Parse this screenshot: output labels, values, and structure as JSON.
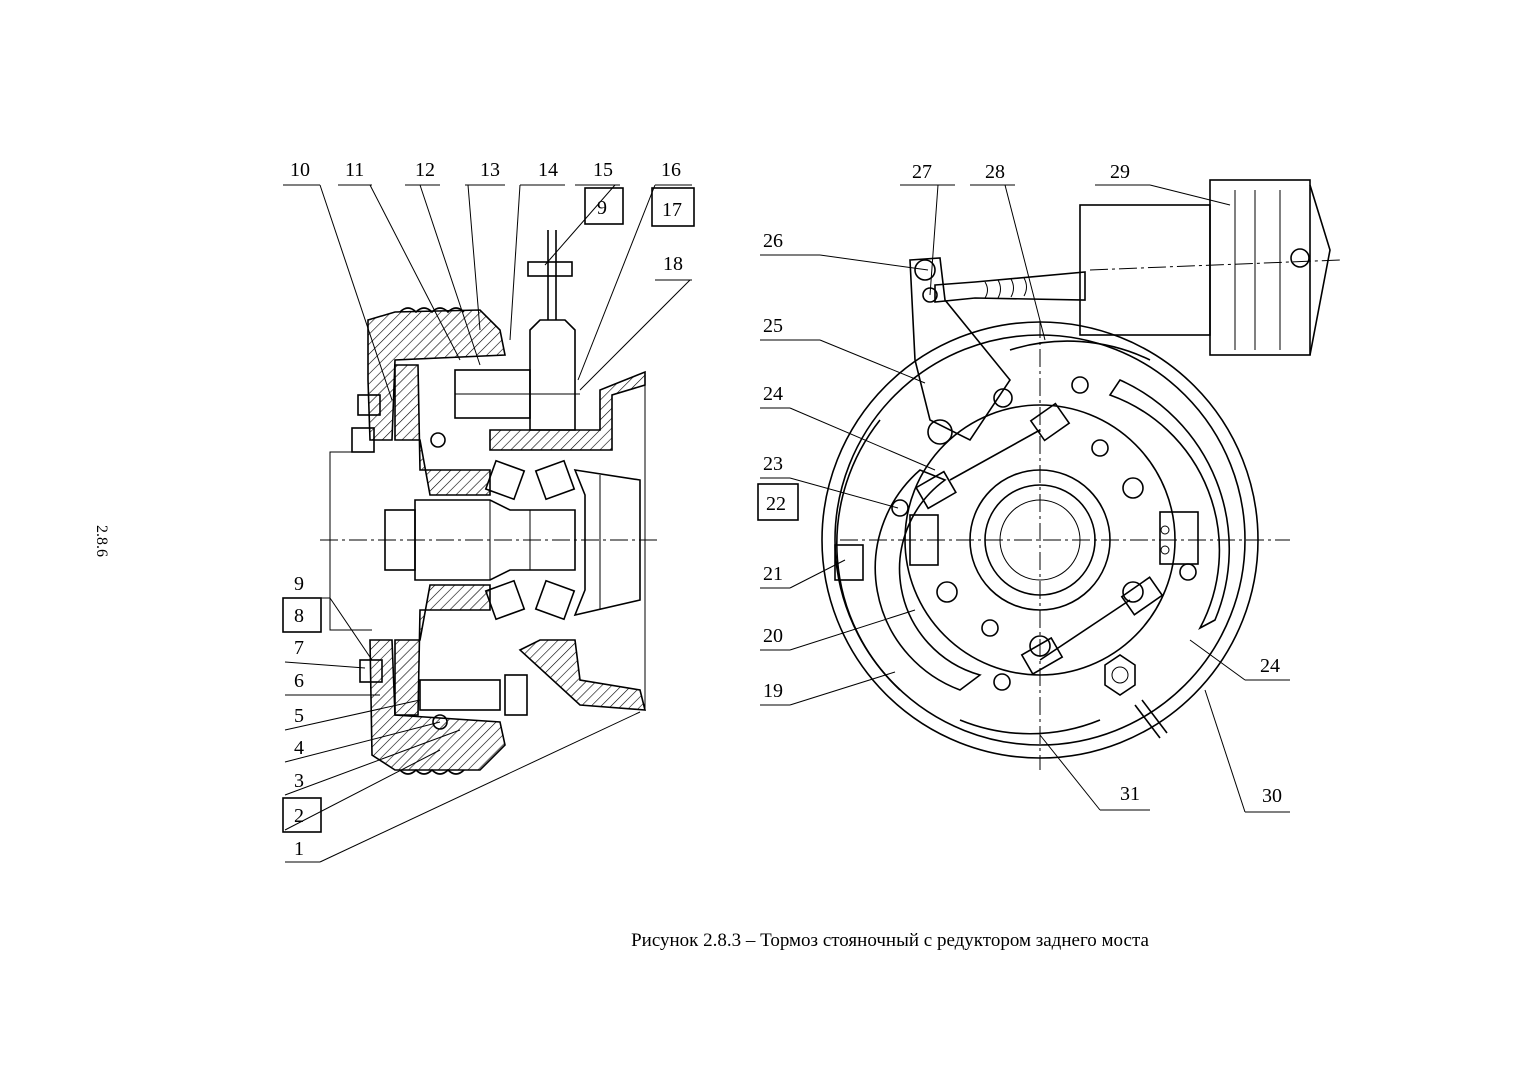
{
  "page_number": "2.8.6",
  "caption": "Рисунок 2.8.3 – Тормоз стояночный с редуктором заднего моста",
  "left_view": {
    "callouts_top": [
      "10",
      "11",
      "12",
      "13",
      "14",
      "15",
      "16",
      "18"
    ],
    "boxed_top": [
      "9",
      "17"
    ],
    "callouts_left": [
      "9",
      "7",
      "6",
      "5",
      "4",
      "3",
      "1"
    ],
    "boxed_left": [
      "8",
      "2"
    ]
  },
  "right_view": {
    "callouts_top": [
      "27",
      "28",
      "29"
    ],
    "callouts_left": [
      "26",
      "25",
      "24",
      "23",
      "21",
      "20",
      "19"
    ],
    "boxed_left": [
      "22"
    ],
    "callouts_right": [
      "24"
    ],
    "callouts_bottom": [
      "31",
      "30"
    ]
  }
}
